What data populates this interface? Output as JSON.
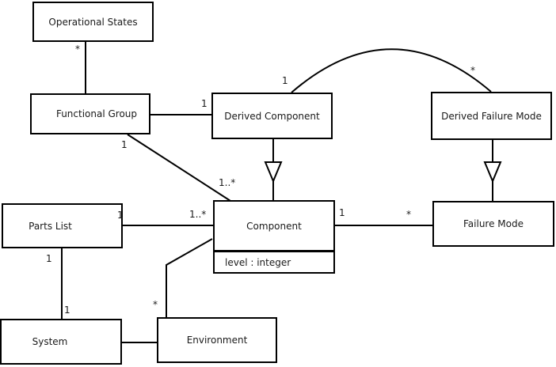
{
  "diagram": {
    "type": "uml-class-diagram",
    "background_color": "#ffffff",
    "line_color": "#000000",
    "classes": {
      "operational_states": {
        "name": "Operational States"
      },
      "functional_group": {
        "name": "Functional Group"
      },
      "derived_component": {
        "name": "Derived Component"
      },
      "derived_failure_mode": {
        "name": "Derived Failure Mode"
      },
      "component": {
        "name": "Component",
        "attributes": [
          "level : integer"
        ]
      },
      "failure_mode": {
        "name": "Failure Mode"
      },
      "parts_list": {
        "name": "Parts List"
      },
      "system": {
        "name": "System"
      },
      "environment": {
        "name": "Environment"
      }
    },
    "multiplicities": [
      {
        "text": "*",
        "at": "Operational States end of link to Functional Group"
      },
      {
        "text": "1",
        "at": "link between Functional Group and Derived Component"
      },
      {
        "text": "1",
        "at": "Functional Group end of diagonal link to Component"
      },
      {
        "text": "1..*",
        "at": "Component end of diagonal link from Functional Group"
      },
      {
        "text": "1",
        "at": "Derived Component end of arc to Derived Failure Mode"
      },
      {
        "text": "*",
        "at": "Derived Failure Mode end of arc from Derived Component"
      },
      {
        "text": "1",
        "at": "Parts List end of link to Component"
      },
      {
        "text": "1..*",
        "at": "Component end of link from Parts List"
      },
      {
        "text": "1",
        "at": "Component end of link to Failure Mode"
      },
      {
        "text": "*",
        "at": "Failure Mode end of link from Component"
      },
      {
        "text": "1",
        "at": "Parts List end of link to System"
      },
      {
        "text": "1",
        "at": "System end of link from Parts List"
      },
      {
        "text": "*",
        "at": "Environment end of link from Component"
      }
    ],
    "relationships": [
      {
        "from": "Operational States",
        "to": "Functional Group",
        "type": "association"
      },
      {
        "from": "Functional Group",
        "to": "Derived Component",
        "type": "association"
      },
      {
        "from": "Functional Group",
        "to": "Component",
        "type": "association"
      },
      {
        "from": "Derived Component",
        "to": "Derived Failure Mode",
        "type": "association-arc"
      },
      {
        "from": "Derived Component",
        "to": "Component",
        "type": "generalization"
      },
      {
        "from": "Derived Failure Mode",
        "to": "Failure Mode",
        "type": "generalization"
      },
      {
        "from": "Component",
        "to": "Failure Mode",
        "type": "association"
      },
      {
        "from": "Parts List",
        "to": "Component",
        "type": "association"
      },
      {
        "from": "Parts List",
        "to": "System",
        "type": "association"
      },
      {
        "from": "Component",
        "to": "Environment",
        "type": "association"
      },
      {
        "from": "System",
        "to": "Environment",
        "type": "association"
      }
    ]
  }
}
